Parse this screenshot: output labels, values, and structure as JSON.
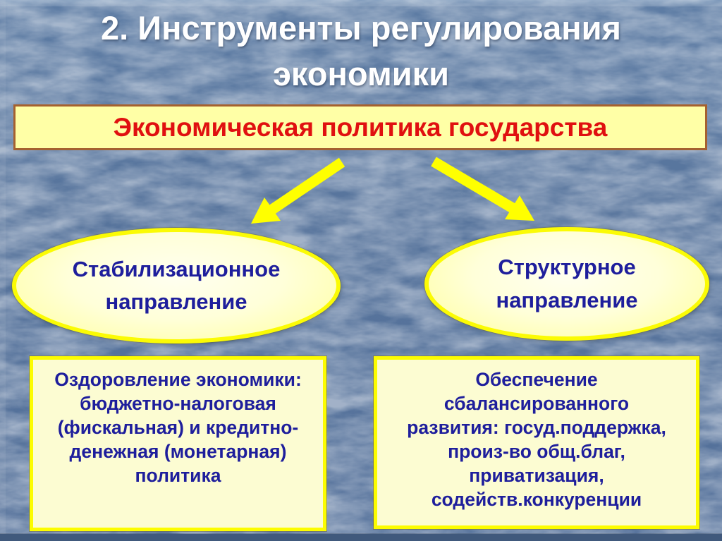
{
  "slide": {
    "title": "2. Инструменты регулирования\nэкономики",
    "header": {
      "text": "Экономическая политика государства"
    },
    "branches": [
      {
        "name": "stabilization",
        "ellipse_label": "Стабилизационное\nнаправление",
        "detail": "Оздоровление экономики:\nбюджетно-налоговая\n(фискальная) и кредитно-\nденежная (монетарная)\nполитика"
      },
      {
        "name": "structural",
        "ellipse_label": "Структурное\nнаправление",
        "detail": "Обеспечение\nсбалансированного\nразвития: госуд.поддержка,\nпроиз-во общ.благ,\nприватизация,\nсодейств.конкуренции"
      }
    ],
    "colors": {
      "background": "#57749C",
      "title_text": "#FFFFFF",
      "header_fill": "#FFFFA6",
      "header_border": "#A5612F",
      "header_text": "#E01010",
      "panel_fill": "#FCFCD2",
      "panel_border": "#FCFC00",
      "ellipse_border": "#FBFB04",
      "body_text": "#1E1E9C",
      "arrow": "#FFFF00",
      "bottom_edge": "#40597C"
    }
  }
}
